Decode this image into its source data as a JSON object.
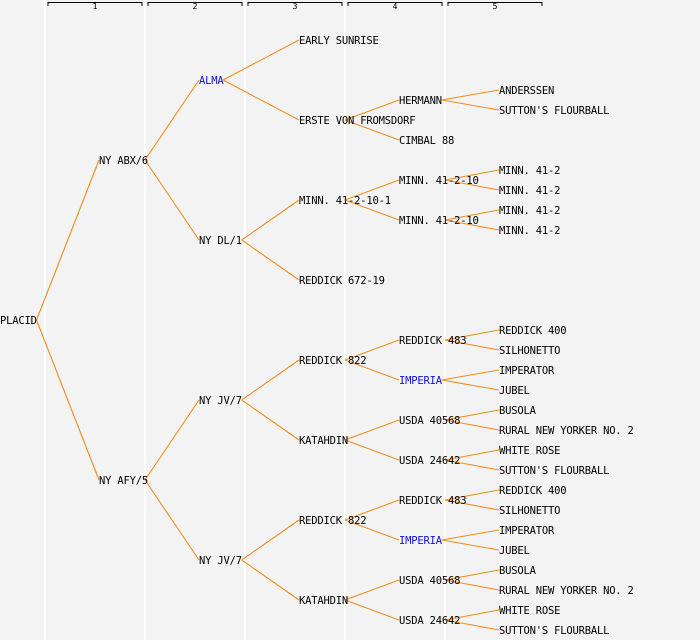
{
  "title": "Pedigree of PLACID",
  "colors": {
    "edge": "#f08c1c",
    "text": "#000000",
    "link": "#1010d0",
    "background": "#f3f3f3"
  },
  "generations": [
    "1",
    "2",
    "3",
    "4",
    "5"
  ],
  "tree": {
    "name": "PLACID",
    "children": [
      {
        "name": "NY ABX/6",
        "children": [
          {
            "name": "ALMA",
            "link": true,
            "children": [
              {
                "name": "EARLY SUNRISE"
              },
              {
                "name": "ERSTE VON FROMSDORF",
                "children": [
                  {
                    "name": "HERMANN",
                    "children": [
                      {
                        "name": "ANDERSSEN"
                      },
                      {
                        "name": "SUTTON'S FLOURBALL"
                      }
                    ]
                  },
                  {
                    "name": "CIMBAL 88"
                  }
                ]
              }
            ]
          },
          {
            "name": "NY DL/1",
            "children": [
              {
                "name": "MINN. 41-2-10-1",
                "children": [
                  {
                    "name": "MINN. 41-2-10",
                    "children": [
                      {
                        "name": "MINN. 41-2"
                      },
                      {
                        "name": "MINN. 41-2"
                      }
                    ]
                  },
                  {
                    "name": "MINN. 41-2-10",
                    "children": [
                      {
                        "name": "MINN. 41-2"
                      },
                      {
                        "name": "MINN. 41-2"
                      }
                    ]
                  }
                ]
              },
              {
                "name": "REDDICK 672-19"
              }
            ]
          }
        ]
      },
      {
        "name": "NY AFY/5",
        "children": [
          {
            "name": "NY JV/7",
            "children": [
              {
                "name": "REDDICK 822",
                "children": [
                  {
                    "name": "REDDICK 483",
                    "children": [
                      {
                        "name": "REDDICK 400"
                      },
                      {
                        "name": "SILHONETTO"
                      }
                    ]
                  },
                  {
                    "name": "IMPERIA",
                    "link": true,
                    "children": [
                      {
                        "name": "IMPERATOR"
                      },
                      {
                        "name": "JUBEL"
                      }
                    ]
                  }
                ]
              },
              {
                "name": "KATAHDIN",
                "children": [
                  {
                    "name": "USDA 40568",
                    "children": [
                      {
                        "name": "BUSOLA"
                      },
                      {
                        "name": "RURAL NEW YORKER NO. 2"
                      }
                    ]
                  },
                  {
                    "name": "USDA 24642",
                    "children": [
                      {
                        "name": "WHITE ROSE"
                      },
                      {
                        "name": "SUTTON'S FLOURBALL"
                      }
                    ]
                  }
                ]
              }
            ]
          },
          {
            "name": "NY JV/7",
            "children": [
              {
                "name": "REDDICK 822",
                "children": [
                  {
                    "name": "REDDICK 483",
                    "children": [
                      {
                        "name": "REDDICK 400"
                      },
                      {
                        "name": "SILHONETTO"
                      }
                    ]
                  },
                  {
                    "name": "IMPERIA",
                    "link": true,
                    "children": [
                      {
                        "name": "IMPERATOR"
                      },
                      {
                        "name": "JUBEL"
                      }
                    ]
                  }
                ]
              },
              {
                "name": "KATAHDIN",
                "children": [
                  {
                    "name": "USDA 40568",
                    "children": [
                      {
                        "name": "BUSOLA"
                      },
                      {
                        "name": "RURAL NEW YORKER NO. 2"
                      }
                    ]
                  },
                  {
                    "name": "USDA 24642",
                    "children": [
                      {
                        "name": "WHITE ROSE"
                      },
                      {
                        "name": "SUTTON'S FLOURBALL"
                      }
                    ]
                  }
                ]
              }
            ]
          }
        ]
      }
    ]
  }
}
